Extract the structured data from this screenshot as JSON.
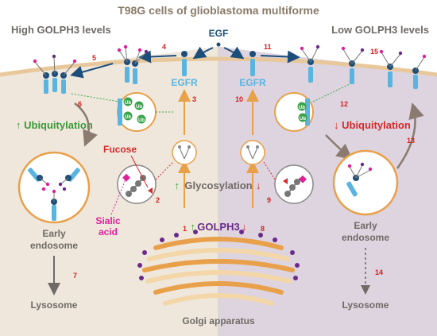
{
  "title": "T98G cells of glioblastoma multiforme",
  "left_panel": {
    "heading": "High GOLPH3 levels",
    "ubiquitylation": "↑ Ubiquitylation",
    "early_endosome": [
      "Early",
      "endosome"
    ],
    "lysosome": "Lysosome"
  },
  "right_panel": {
    "heading": "Low GOLPH3 levels",
    "ubiquitylation": "↓ Ubiquitylation",
    "early_endosome": [
      "Early",
      "endosome"
    ],
    "lysosome": "Lysosome"
  },
  "center": {
    "ligand": "EGF",
    "receptor_left": "EGFR",
    "receptor_right": "EGFR",
    "fucose": "Fucose",
    "sialic_acid": [
      "Sialic",
      "acid"
    ],
    "glycosylation_prefix": "↑",
    "glycosylation_word": "Glycosylation",
    "glycosylation_suffix": "↓",
    "golph3_prefix": "↑",
    "golph3_word": "GOLPH3",
    "golph3_suffix": "↓",
    "golgi": "Golgi apparatus",
    "ub_label": "Ub"
  },
  "step_numbers": [
    "1",
    "2",
    "3",
    "4",
    "5",
    "6",
    "7",
    "8",
    "9",
    "10",
    "11",
    "12",
    "13",
    "14",
    "15"
  ],
  "colors": {
    "left_bg": "#efe7dc",
    "right_bg": "#ddd4df",
    "membrane": "#e8c89a",
    "accent_orange": "#e8a04a",
    "accent_blue": "#1d4e7a",
    "receptor_blue": "#5ab4e0",
    "ub_green": "#3aa54a",
    "text_green": "#3a9a3a",
    "text_red": "#d62b2b",
    "number_red": "#d6201e",
    "sialic_magenta": "#e0209a",
    "golph3_purple": "#6a2a8a",
    "title_brown": "#8a7a68",
    "arrow_gray": "#8a7a70"
  }
}
